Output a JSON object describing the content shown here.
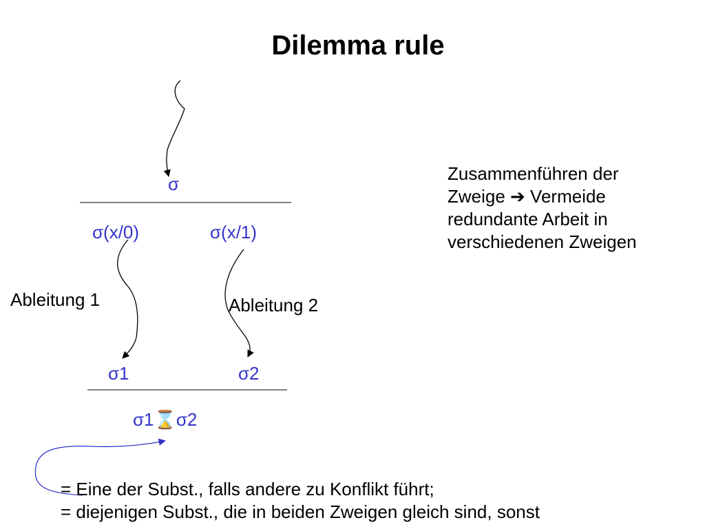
{
  "title": "Dilemma rule",
  "diagram": {
    "root": "σ",
    "left_branch": "σ(x/0)",
    "right_branch": "σ(x/1)",
    "left_derivation": "Ableitung 1",
    "right_derivation": "Ableitung 2",
    "left_result": "σ1",
    "right_result": "σ2",
    "merge": "σ1⌛σ2"
  },
  "side_note": {
    "lines": [
      "Zusammenführen der",
      "Zweige ➔ Vermeide",
      "redundante Arbeit in",
      "verschiedenen Zweigen"
    ]
  },
  "footnote": {
    "lines": [
      "= Eine der Subst., falls andere zu Konflikt führt;",
      "= diejenigen Subst., die in beiden Zweigen gleich sind, sonst"
    ]
  },
  "colors": {
    "math": "#3333cc",
    "text": "#000000"
  }
}
